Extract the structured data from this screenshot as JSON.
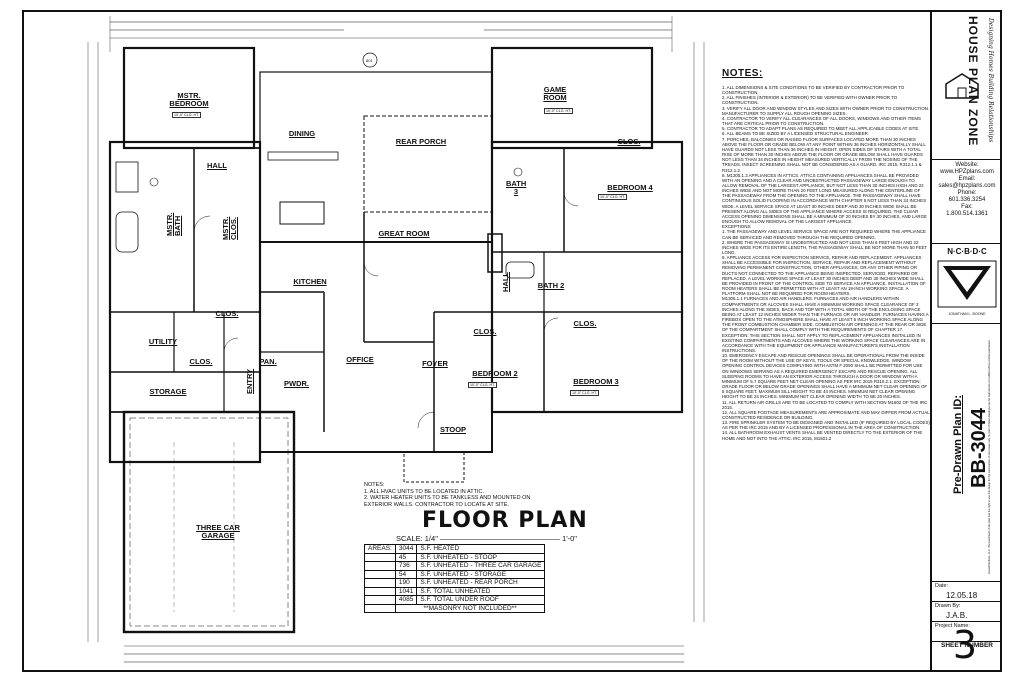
{
  "plan": {
    "title": "FLOOR PLAN",
    "scale": "SCALE: 1/4\" ———————————————— 1'-0\"",
    "notes_header": "NOTES:",
    "notes": [
      "1. ALL HVAC UNITS TO BE LOCATED IN ATTIC.",
      "2. WATER HEATER UNITS TO BE TANKLESS AND MOUNTED ON EXTERIOR WALLS. CONTRACTOR TO LOCATE AT SITE."
    ],
    "areas_label": "AREAS:",
    "areas": [
      {
        "value": "3044",
        "label": "S.F. HEATED"
      },
      {
        "value": "45",
        "label": "S.F. UNHEATED - STOOP"
      },
      {
        "value": "736",
        "label": "S.F. UNHEATED - THREE CAR GARAGE"
      },
      {
        "value": "54",
        "label": "S.F. UNHEATED - STORAGE"
      },
      {
        "value": "190",
        "label": "S.F. UNHEATED - REAR PORCH"
      },
      {
        "value": "1041",
        "label": "S.F. TOTAL UNHEATED"
      },
      {
        "value": "4085",
        "label": "S.F. TOTAL UNDER ROOF"
      }
    ],
    "masonry": "**MASONRY NOT INCLUDED**",
    "rooms": {
      "mstr_bedroom": "MSTR. BEDROOM",
      "hall_a": "HALL",
      "dining": "DINING",
      "rear_porch": "REAR PORCH",
      "game_room": "GAME ROOM",
      "clos_a": "CLOS.",
      "bedroom4": "BEDROOM 4",
      "bath3": "BATH 3",
      "mstr_bath": "MSTR. BATH",
      "mstr_clos": "MSTR. CLOS.",
      "great_room": "GREAT ROOM",
      "kitchen": "KITCHEN",
      "bath2": "BATH 2",
      "hall_b": "HALL",
      "clos_b": "CLOS.",
      "utility": "UTILITY",
      "clos_c": "CLOS.",
      "pan": "PAN.",
      "office": "OFFICE",
      "foyer": "FOYER",
      "clos_d": "CLOS.",
      "bedroom2": "BEDROOM 2",
      "clos_e": "CLOS.",
      "bedroom3": "BEDROOM 3",
      "entry": "ENTRY",
      "pwdr": "PWDR.",
      "storage": "STORAGE",
      "stoop": "STOOP",
      "garage": "THREE CAR GARAGE"
    },
    "ceiling_tag": "10'-0\" CLG. HT."
  },
  "general_notes": {
    "title": "NOTES:",
    "body": "1. ALL DIMENSIONS & SITE CONDITIONS TO BE VERIFIED BY CONTRACTOR PRIOR TO CONSTRUCTION.\n2. ALL FINISHES (INTERIOR & EXTERIOR) TO BE VERIFIED WITH OWNER PRIOR TO CONSTRUCTION.\n3. VERIFY ALL DOOR AND WINDOW STYLES AND SIZES WITH OWNER PRIOR TO CONSTRUCTION. MANUFACTURER TO SUPPLY ALL ROUGH OPENING SIZES.\n4. CONTRACTOR TO VERIFY ALL CLEARANCES OF ALL DOORS, WINDOWS AND OTHER ITEMS THAT ARE CRITICAL PRIOR TO CONSTRUCTION.\n5. CONTRACTOR TO ADAPT PLANS AS REQUIRED TO MEET ALL APPLICABLE CODES AT SITE.\n6. ALL BEAMS TO BE SIZED BY A LICENSED STRUCTURAL ENGINEER.\n7. PORCHES, BALCONIES OR RAISED FLOOR SURFACES LOCATED MORE THAN 30 INCHES ABOVE THE FLOOR OR GRADE BELOW AT ANY POINT WITHIN 36 INCHES HORIZONTALLY SHALL HAVE GUARDS NOT LESS THAN 36 INCHES IN HEIGHT. OPEN SIDES OF STAIRS WITH A TOTAL RISE OF MORE THAN 30 INCHES ABOVE THE FLOOR OR GRADE BELOW SHALL HAVE GUARDS NOT LESS THAN 34 INCHES IN HEIGHT MEASURED VERTICALLY FROM THE NOSING OF THE TREADS. INSECT SCREENING SHALL NOT BE CONSIDERED AS A GUARD. IRC 2015, R312.1.1 & R312.1.2.\n8. M1305.1.3 APPLIANCES IN ATTICS. ATTICS CONTAINING APPLIANCES SHALL BE PROVIDED WITH AN OPENING AND A CLEAR AND UNOBSTRUCTED PASSAGEWAY LARGE ENOUGH TO ALLOW REMOVAL OF THE LARGEST APPLIANCE, BUT NOT LESS THAN 30 INCHES HIGH AND 22 INCHES WIDE AND NOT MORE THAN 20 FEET LONG MEASURED ALONG THE CENTERLINE OF THE PASSAGEWAY FROM THE OPENING TO THE APPLIANCE. THE PASSAGEWAY SHALL HAVE CONTINUOUS SOLID FLOORING IN ACCORDANCE WITH CHAPTER 5 NOT LESS THAN 24 INCHES WIDE. A LEVEL SERVICE SPACE AT LEAST 30 INCHES DEEP AND 30 INCHES WIDE SHALL BE PRESENT ALONG ALL SIDES OF THE APPLIANCE WHERE ACCESS IS REQUIRED. THE CLEAR ACCESS OPENING DIMENSIONS SHALL BE A MINIMUM OF 20 INCHES BY 30 INCHES, AND LARGE ENOUGH TO ALLOW REMOVAL OF THE LARGEST APPLIANCE.\nEXCEPTIONS:\n1. THE PASSAGEWAY AND LEVEL SERVICE SPACE ARE NOT REQUIRED WHERE THE APPLIANCE CAN BE SERVICED AND REMOVED THROUGH THE REQUIRED OPENING.\n2. WHERE THE PASSAGEWAY IS UNOBSTRUCTED AND NOT LESS THAN 6 FEET HIGH AND 22 INCHES WIDE FOR ITS ENTIRE LENGTH, THE PASSAGEWAY SHALL BE NOT MORE THAN 50 FEET LONG.\n9. APPLIANCE ACCESS FOR INSPECTION SERVICE, REPAIR AND REPLACEMENT. APPLIANCES SHALL BE ACCESSIBLE FOR INSPECTION, SERVICE, REPAIR AND REPLACEMENT WITHOUT REMOVING PERMANENT CONSTRUCTION, OTHER APPLIANCES, OR ANY OTHER PIPING OR DUCTS NOT CONNECTED TO THE APPLIANCE BEING INSPECTED, SERVICED, REPAIRED OR REPLACED. A LEVEL WORKING SPACE AT LEAST 30 INCHES DEEP AND 30 INCHES WIDE SHALL BE PROVIDED IN FRONT OF THE CONTROL SIDE TO SERVICE AN APPLIANCE. INSTALLATION OF ROOM HEATERS SHALL BE PERMITTED WITH AT LEAST AN 18-INCH WORKING SPACE. A PLATFORM SHALL NOT BE REQUIRED FOR ROOM HEATERS.\nM1305.1.1 FURNACES AND AIR HANDLERS. FURNACES AND AIR HANDLERS WITHIN COMPARTMENTS OR ALCOVES SHALL HAVE A MINIMUM WORKING SPACE CLEARANCE OF 3 INCHES ALONG THE SIDES, BACK AND TOP WITH A TOTAL WIDTH OF THE ENCLOSING SPACE BEING AT LEAST 12 INCHES WIDER THAN THE FURNACE OR AIR HANDLER. FURNACES HAVING A FIREBOX OPEN TO THE ATMOSPHERE SHALL HAVE AT LEAST 6 INCH WORKING SPACE ALONG THE FRONT COMBUSTION CHAMBER SIDE. COMBUSTION AIR OPENINGS AT THE REAR OR SIDE OF THE COMPARTMENT SHALL COMPLY WITH THE REQUIREMENTS OF CHAPTER 17.\nEXCEPTION: THIS SECTION SHALL NOT APPLY TO REPLACEMENT APPLIANCES INSTALLED IN EXISTING COMPARTMENTS AND ALCOVES WHERE THE WORKING SPACE CLEARANCES ARE IN ACCORDANCE WITH THE EQUIPMENT OR APPLIANCE MANUFACTURER'S INSTALLATION INSTRUCTIONS.\n10. EMERGENCY ESCAPE AND RESCUE OPENINGS SHALL BE OPERATIONAL FROM THE INSIDE OF THE ROOM WITHOUT THE USE OF KEYS, TOOLS OR SPECIAL KNOWLEDGE. WINDOW OPENING CONTROL DEVICES COMPLYING WITH ASTM F 2090 SHALL BE PERMITTED FOR USE ON WINDOWS SERVING AS A REQUIRED EMERGENCY ESCAPE AND RESCUE OPENING. ALL SLEEPING ROOMS TO HAVE AN EXTERIOR ACCESS THROUGH A DOOR OR WINDOW WITH A MINIMUM OF 5.7 SQUARE FEET NET CLEAR OPENING AS PER IRC 2015 R310.2.1. EXCEPTION: GRADE FLOOR OR BELOW GRADE OPENINGS SHALL HAVE A MINIMUM NET CLEAR OPENING OF 5 SQUARE FEET. MAXIMUM SILL HEIGHT TO BE 44 INCHES. MINIMUM NET CLEAR OPENING HEIGHT TO BE 24 INCHES. MINIMUM NET CLEAR OPENING WIDTH TO BE 20 INCHES.\n11. ALL RETURN AIR GRILLS ARE TO BE LOCATED TO COMPLY WITH SECTION M1602 OF THE IRC 2015.\n12. ALL SQUARE FOOTAGE MEASUREMENTS ARE APPROXIMATE AND MAY DIFFER FROM ACTUAL CONSTRUCTED RESIDENCE OR BUILDING.\n13. FIRE SPRINKLER SYSTEM TO BE DESIGNED AND INSTALLED (IF REQUIRED BY LOCAL CODES) AS PER THE IRC 2015 AND BY A LICENSED PROFESSIONAL IN THE AREA OF CONSTRUCTION.\n14. ALL BATHROOM EXHAUST VENTS SHALL BE VENTED DIRECTLY TO THE EXTERIOR OF THE HOME AND NOT INTO THE ATTIC. IRC 2015, M1501.2"
  },
  "title_block": {
    "logo_main": "HOUSE PLAN ZONE",
    "logo_script": "Designing Homes  Building Relationships",
    "website_label": "Website:",
    "website": "www.HPZplans.com",
    "email_label": "Email:",
    "email": "sales@hpzplans.com",
    "phone_label": "Phone:",
    "phone": "601.336.3254",
    "fax_label": "Fax:",
    "fax": "1.800.514.1361",
    "ncbdc": "N·C·B·D·C",
    "ncbdc_sub": "JONATHAN L. BOONE",
    "plan_id_label": "Pre-Drawn Plan ID:",
    "plan_id": "BB-3044",
    "copyright": "HousePlanZone, LLC. The purchaser of this plan has the right to use this design for the construction of one house only. No part of these drawings may be reproduced or modified without written permission.",
    "date_label": "Date:",
    "date": "12.05.18",
    "drawn_label": "Drawn By:",
    "drawn": "J.A.B.",
    "project_label": "Project Name:",
    "project": "",
    "sheet_label": "SHEET NUMBER",
    "sheet": "3"
  }
}
